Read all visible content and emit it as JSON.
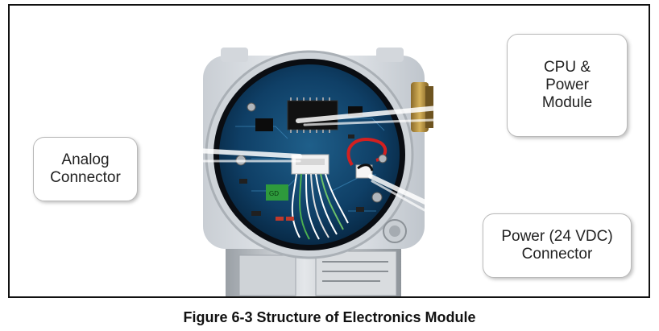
{
  "figure": {
    "caption": "Figure 6-3 Structure of Electronics Module",
    "callouts": {
      "cpu_power": "CPU &\nPower\nModule",
      "analog": "Analog\nConnector",
      "power": "Power (24 VDC)\nConnector"
    }
  }
}
